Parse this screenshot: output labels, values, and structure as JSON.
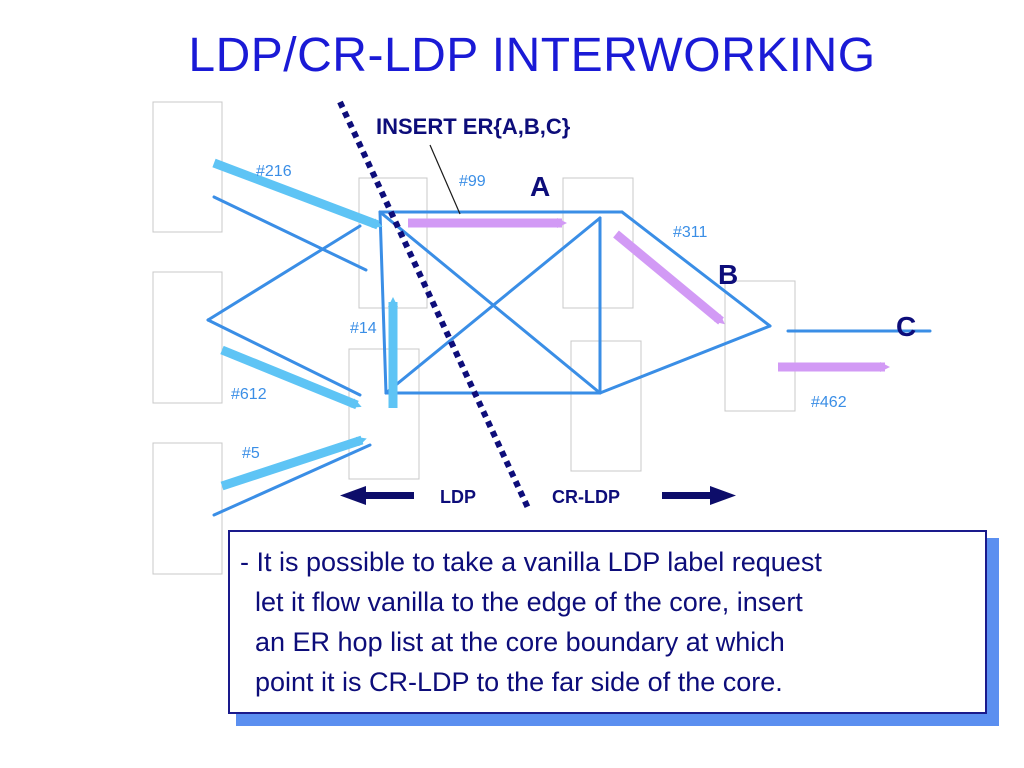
{
  "slide": {
    "title": "LDP/CR-LDP INTERWORKING"
  },
  "diagram": {
    "annotation": "INSERT ER{A,B,C}",
    "nodes": {
      "a": "A",
      "b": "B",
      "c": "C"
    },
    "labels": {
      "l216": "#216",
      "l99": "#99",
      "l311": "#311",
      "l14": "#14",
      "l612": "#612",
      "l5": "#5",
      "l462": "#462"
    },
    "regions": {
      "ldp": "LDP",
      "crldp": "CR-LDP"
    },
    "colors": {
      "title": "#1a1ad6",
      "link": "#3a8ee6",
      "ldp_arrow": "#5ec4f5",
      "crldp_arrow": "#d29af5",
      "boundary": "#0d0d7a",
      "region_arrow": "#0d0d6a",
      "label": "#3a8ee6"
    }
  },
  "callout": {
    "lines": [
      "- It is possible to take a vanilla LDP label request",
      "  let it flow vanilla to the edge of the core, insert",
      "  an ER hop list at the core boundary at which",
      "  point it is CR-LDP to the far side of the core."
    ]
  }
}
